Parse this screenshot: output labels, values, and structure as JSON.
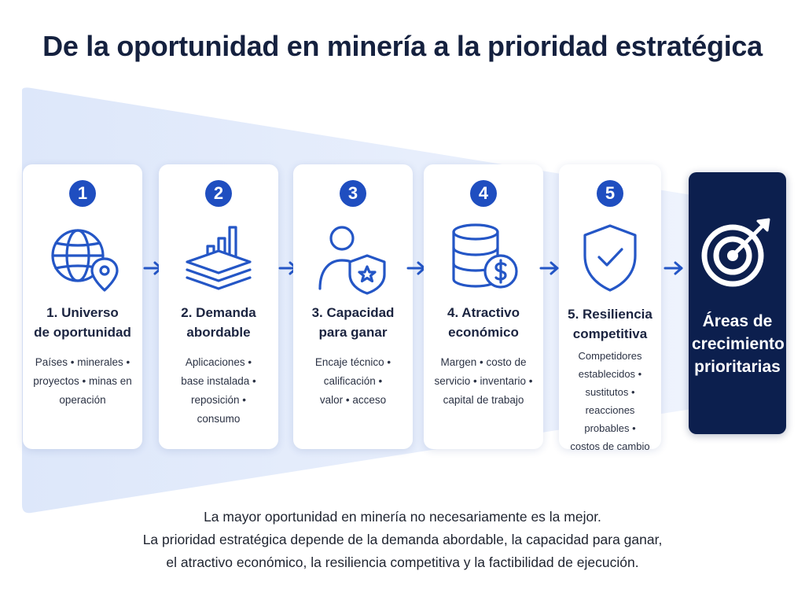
{
  "title": "De la oportunidad en minería a la prioridad estratégica",
  "steps": [
    {
      "number": "1",
      "title_line1": "1. Universo",
      "title_line2": "de oportunidad",
      "icon": "globe-location-icon",
      "desc": [
        "Países • minerales •",
        "proyectos • minas en",
        "operación"
      ]
    },
    {
      "number": "2",
      "title_line1": "2. Demanda",
      "title_line2": "abordable",
      "icon": "layers-bar-chart-icon",
      "desc": [
        "Aplicaciones •",
        "base instalada •",
        "reposición •",
        "consumo"
      ]
    },
    {
      "number": "3",
      "title_line1": "3. Capacidad",
      "title_line2": "para ganar",
      "icon": "person-shield-star-icon",
      "desc": [
        "Encaje técnico •",
        "calificación •",
        "valor • acceso"
      ]
    },
    {
      "number": "4",
      "title_line1": "4. Atractivo",
      "title_line2": "económico",
      "icon": "coins-dollar-icon",
      "desc": [
        "Margen • costo de",
        "servicio • inventario •",
        "capital de trabajo"
      ]
    },
    {
      "number": "5",
      "title_line1": "5. Resiliencia",
      "title_line2": "competitiva",
      "icon": "shield-check-icon",
      "desc": [
        "Competidores",
        "establecidos •",
        "sustitutos •",
        "reacciones probables •",
        "costos de cambio"
      ]
    }
  ],
  "goal": {
    "lines": [
      "Áreas de",
      "crecimiento",
      "prioritarias"
    ],
    "icon": "target-arrow-icon"
  },
  "footer": [
    "La mayor oportunidad en minería no necesariamente es la mejor.",
    "La prioridad estratégica depende de la demanda abordable, la capacidad para ganar,",
    "el atractivo económico, la resiliencia competitiva y la factibilidad de ejecución."
  ],
  "colors": {
    "accent": "#1f4ec0",
    "navy": "#0c1f4e",
    "funnel": "#e6edfb",
    "icon_stroke": "#2456c6"
  }
}
